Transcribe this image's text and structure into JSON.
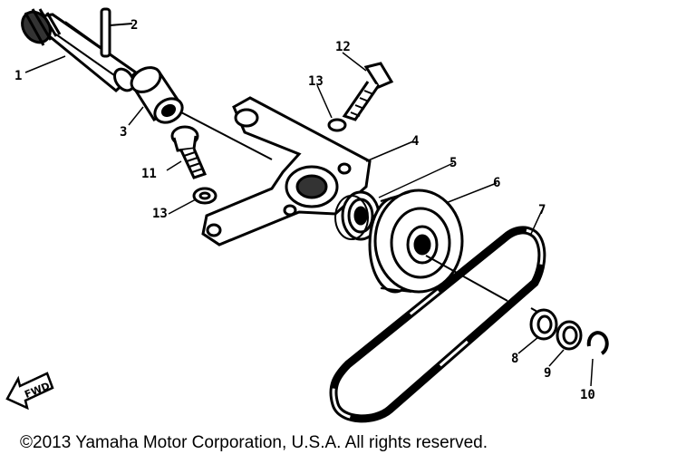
{
  "parts": [
    {
      "id": "label-1",
      "number": "1"
    },
    {
      "id": "label-2",
      "number": "2"
    },
    {
      "id": "label-3",
      "number": "3"
    },
    {
      "id": "label-4",
      "number": "4"
    },
    {
      "id": "label-5",
      "number": "5"
    },
    {
      "id": "label-6",
      "number": "6"
    },
    {
      "id": "label-7",
      "number": "7"
    },
    {
      "id": "label-8",
      "number": "8"
    },
    {
      "id": "label-9",
      "number": "9"
    },
    {
      "id": "label-10",
      "number": "10"
    },
    {
      "id": "label-11",
      "number": "11"
    },
    {
      "id": "label-12",
      "number": "12"
    },
    {
      "id": "label-13a",
      "number": "13"
    },
    {
      "id": "label-13b",
      "number": "13"
    }
  ],
  "direction_marker": "FWD",
  "copyright": "©2013 Yamaha Motor Corporation, U.S.A. All rights reserved."
}
